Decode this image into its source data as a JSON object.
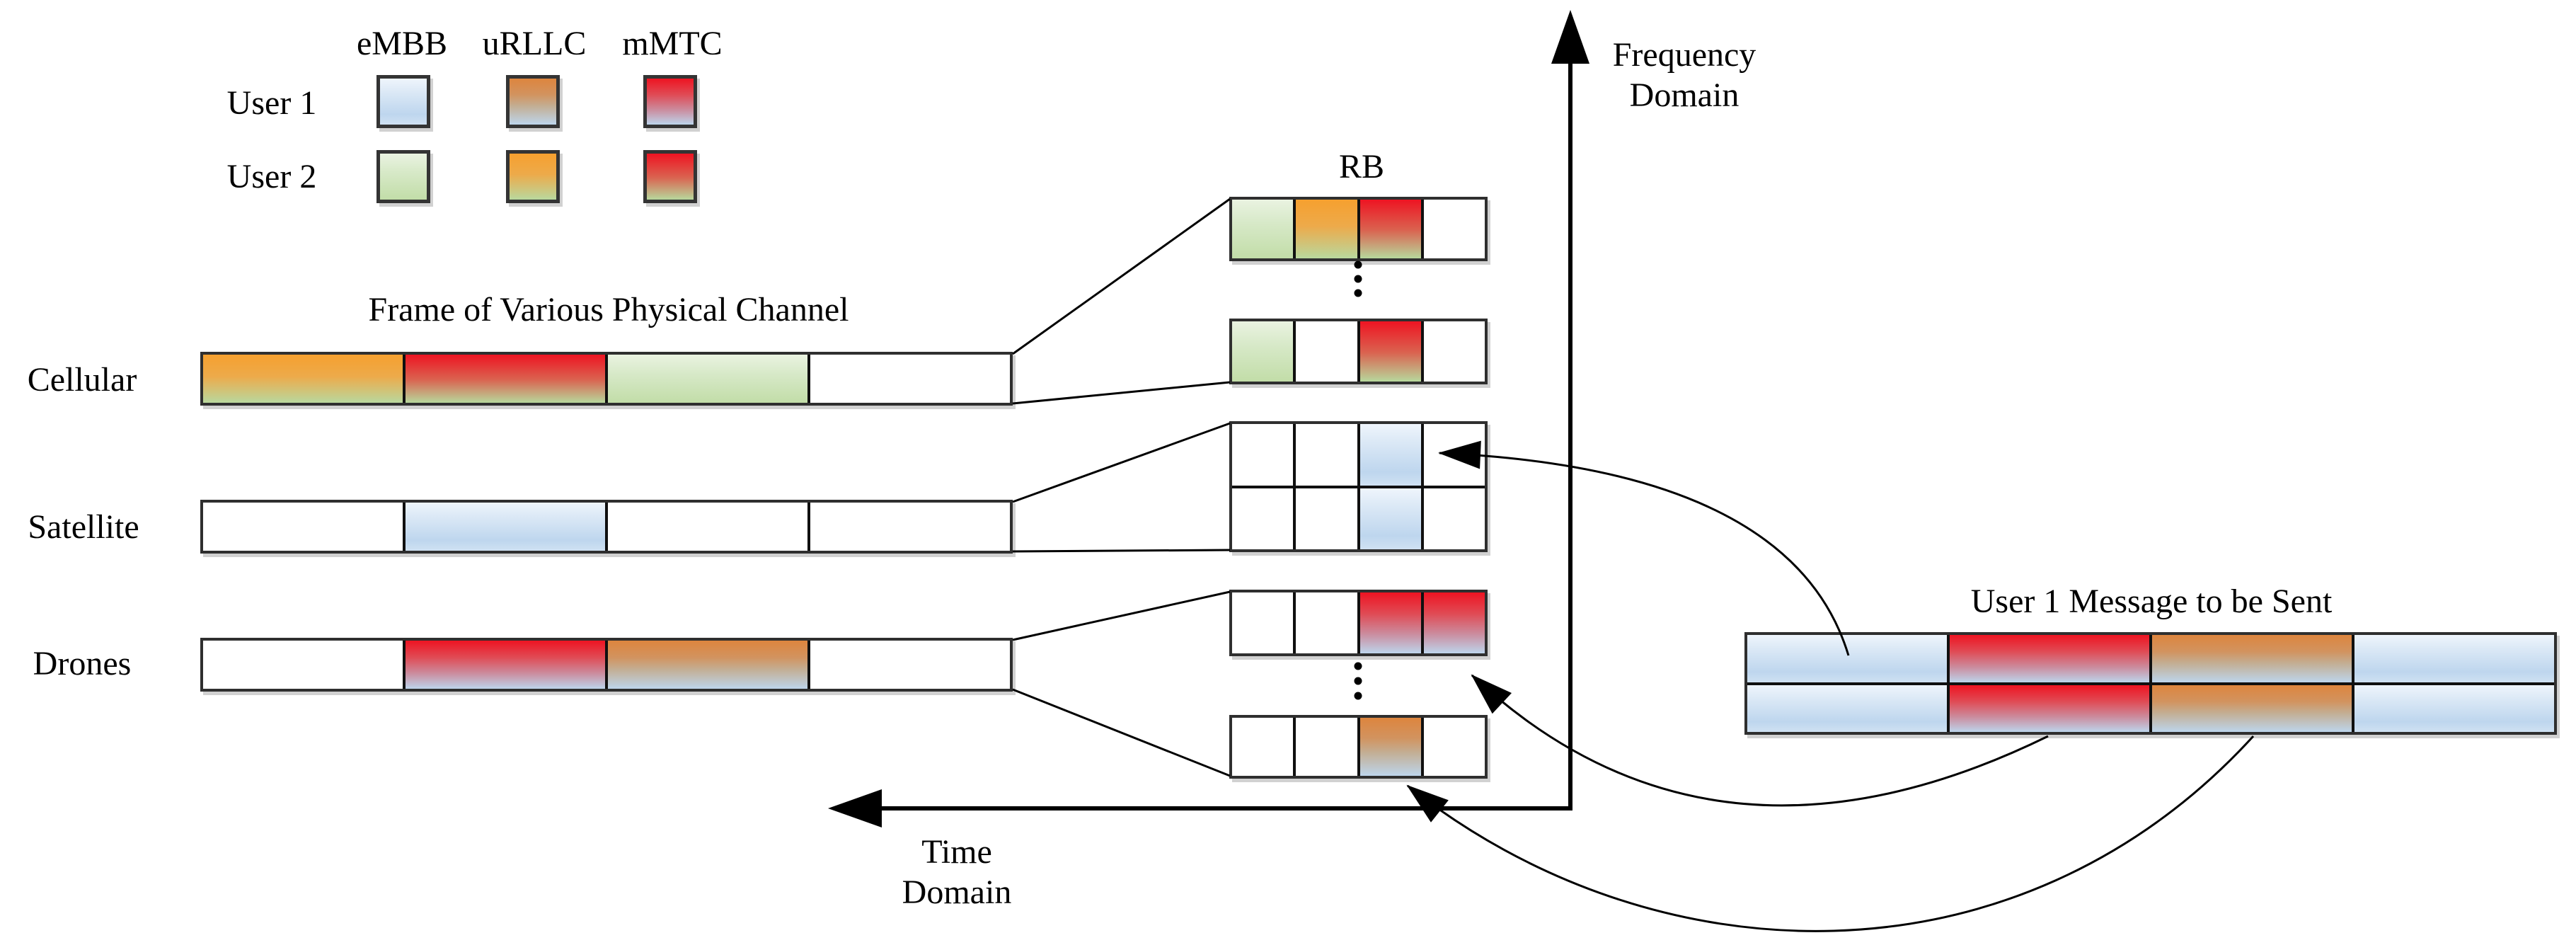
{
  "palette": {
    "user1_blue_top": "#dfeaf6",
    "user1_blue_bottom": "#bdd5ec",
    "user2_green_top": "#e6f0dc",
    "user2_green_bottom": "#c2dda8",
    "urllc_orange": "#f49f30",
    "mmtc_red": "#ee1422",
    "cell_outline": "#101010",
    "box_border": "#2f2f2f",
    "line_color": "#000000"
  },
  "legend": {
    "headers": [
      "eMBB",
      "uRLLC",
      "mMTC"
    ],
    "rows": [
      {
        "label": "User 1",
        "swatches": [
          "u1_embb",
          "u1_urllc",
          "u1_mmtc"
        ]
      },
      {
        "label": "User 2",
        "swatches": [
          "u2_embb",
          "u2_urllc",
          "u2_mmtc"
        ]
      }
    ]
  },
  "frame_title": "Frame of Various Physical Channel",
  "rb_label": "RB",
  "channels": [
    {
      "label": "Cellular",
      "cells": [
        "u2_urllc",
        "u2_mmtc",
        "u2_embb",
        "white"
      ]
    },
    {
      "label": "Satellite",
      "cells": [
        "white",
        "u1_embb",
        "white",
        "white"
      ]
    },
    {
      "label": "Drones",
      "cells": [
        "white",
        "u1_mmtc",
        "u1_urllc",
        "white"
      ]
    }
  ],
  "rb_grids": {
    "cellular_top": [
      "u2_embb",
      "u2_urllc",
      "u2_mmtc",
      "white"
    ],
    "cellular_bottom": [
      "u2_embb",
      "white",
      "u2_mmtc",
      "white"
    ],
    "satellite": [
      [
        "white",
        "white",
        "u1_embb",
        "white"
      ],
      [
        "white",
        "white",
        "u1_embb",
        "white"
      ]
    ],
    "drones_top": [
      "white",
      "white",
      "u1_mmtc",
      "u1_mmtc"
    ],
    "drones_bottom": [
      "white",
      "white",
      "u1_urllc",
      "white"
    ]
  },
  "axes": {
    "frequency": {
      "line1": "Frequency",
      "line2": "Domain"
    },
    "time": {
      "line1": "Time",
      "line2": "Domain"
    }
  },
  "message": {
    "title": "User 1 Message to be Sent",
    "rows": [
      [
        "u1_embb",
        "u1_mmtc",
        "u1_urllc",
        "u1_embb"
      ],
      [
        "u1_embb",
        "u1_mmtc",
        "u1_urllc",
        "u1_embb"
      ]
    ]
  }
}
